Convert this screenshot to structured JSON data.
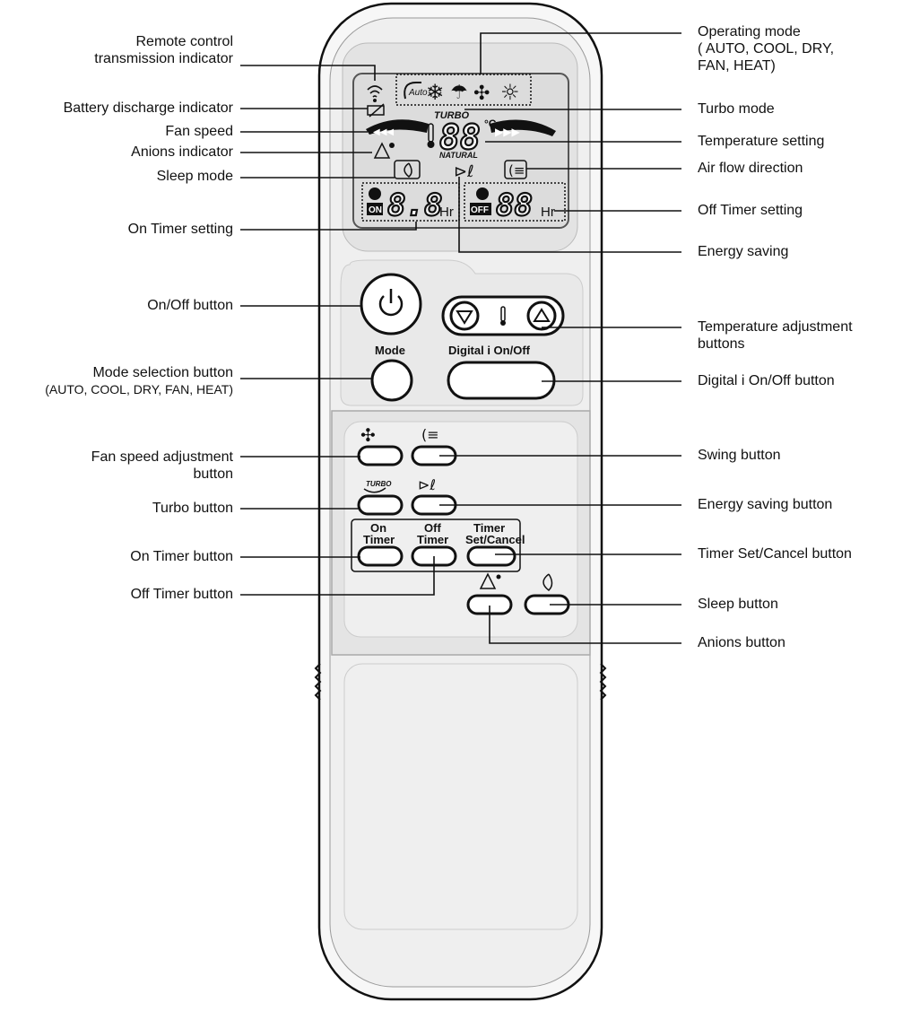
{
  "labels_left": {
    "transmission": [
      "Remote control",
      "transmission indicator"
    ],
    "battery": [
      "Battery discharge indicator"
    ],
    "fan_speed": [
      "Fan speed"
    ],
    "anions_ind": [
      "Anions indicator"
    ],
    "sleep_mode": [
      "Sleep mode"
    ],
    "on_timer_setting": [
      "On Timer setting"
    ],
    "on_off": [
      "On/Off button"
    ],
    "mode_select": [
      "Mode selection button",
      "(AUTO, COOL, DRY, FAN, HEAT)"
    ],
    "fan_adjust": [
      "Fan speed adjustment",
      "button"
    ],
    "turbo_btn": [
      "Turbo button"
    ],
    "on_timer_btn": [
      "On Timer button"
    ],
    "off_timer_btn": [
      "Off Timer button"
    ]
  },
  "labels_right": {
    "operating_mode": [
      "Operating mode",
      "( AUTO,  COOL,  DRY,",
      " FAN,  HEAT)"
    ],
    "turbo_mode": [
      "Turbo mode"
    ],
    "temp_setting": [
      "Temperature setting"
    ],
    "air_flow": [
      "Air flow direction"
    ],
    "off_timer_setting": [
      "Off Timer setting"
    ],
    "energy_saving": [
      "Energy saving"
    ],
    "temp_adjust": [
      "Temperature adjustment",
      "buttons"
    ],
    "digital_i": [
      "Digital  i  On/Off button"
    ],
    "swing_btn": [
      "Swing button"
    ],
    "energy_btn": [
      "Energy saving button"
    ],
    "timer_set_btn": [
      "Timer Set/Cancel button"
    ],
    "sleep_btn": [
      "Sleep button"
    ],
    "anions_btn": [
      "Anions button"
    ]
  },
  "lcd": {
    "turbo": "TURBO",
    "temp": "88",
    "unit": "°C",
    "natural": "NATURAL",
    "on_time": "8.8",
    "off_time": "88",
    "hr": "Hr",
    "on": "ON",
    "off": "OFF",
    "auto": "Auto"
  },
  "remote": {
    "mode_label": "Mode",
    "digital_label": "Digital i On/Off",
    "turbo_small": "TURBO",
    "on_timer": [
      "On",
      "Timer"
    ],
    "off_timer": [
      "Off",
      "Timer"
    ],
    "timer_set": [
      "Timer",
      "Set/Cancel"
    ]
  }
}
